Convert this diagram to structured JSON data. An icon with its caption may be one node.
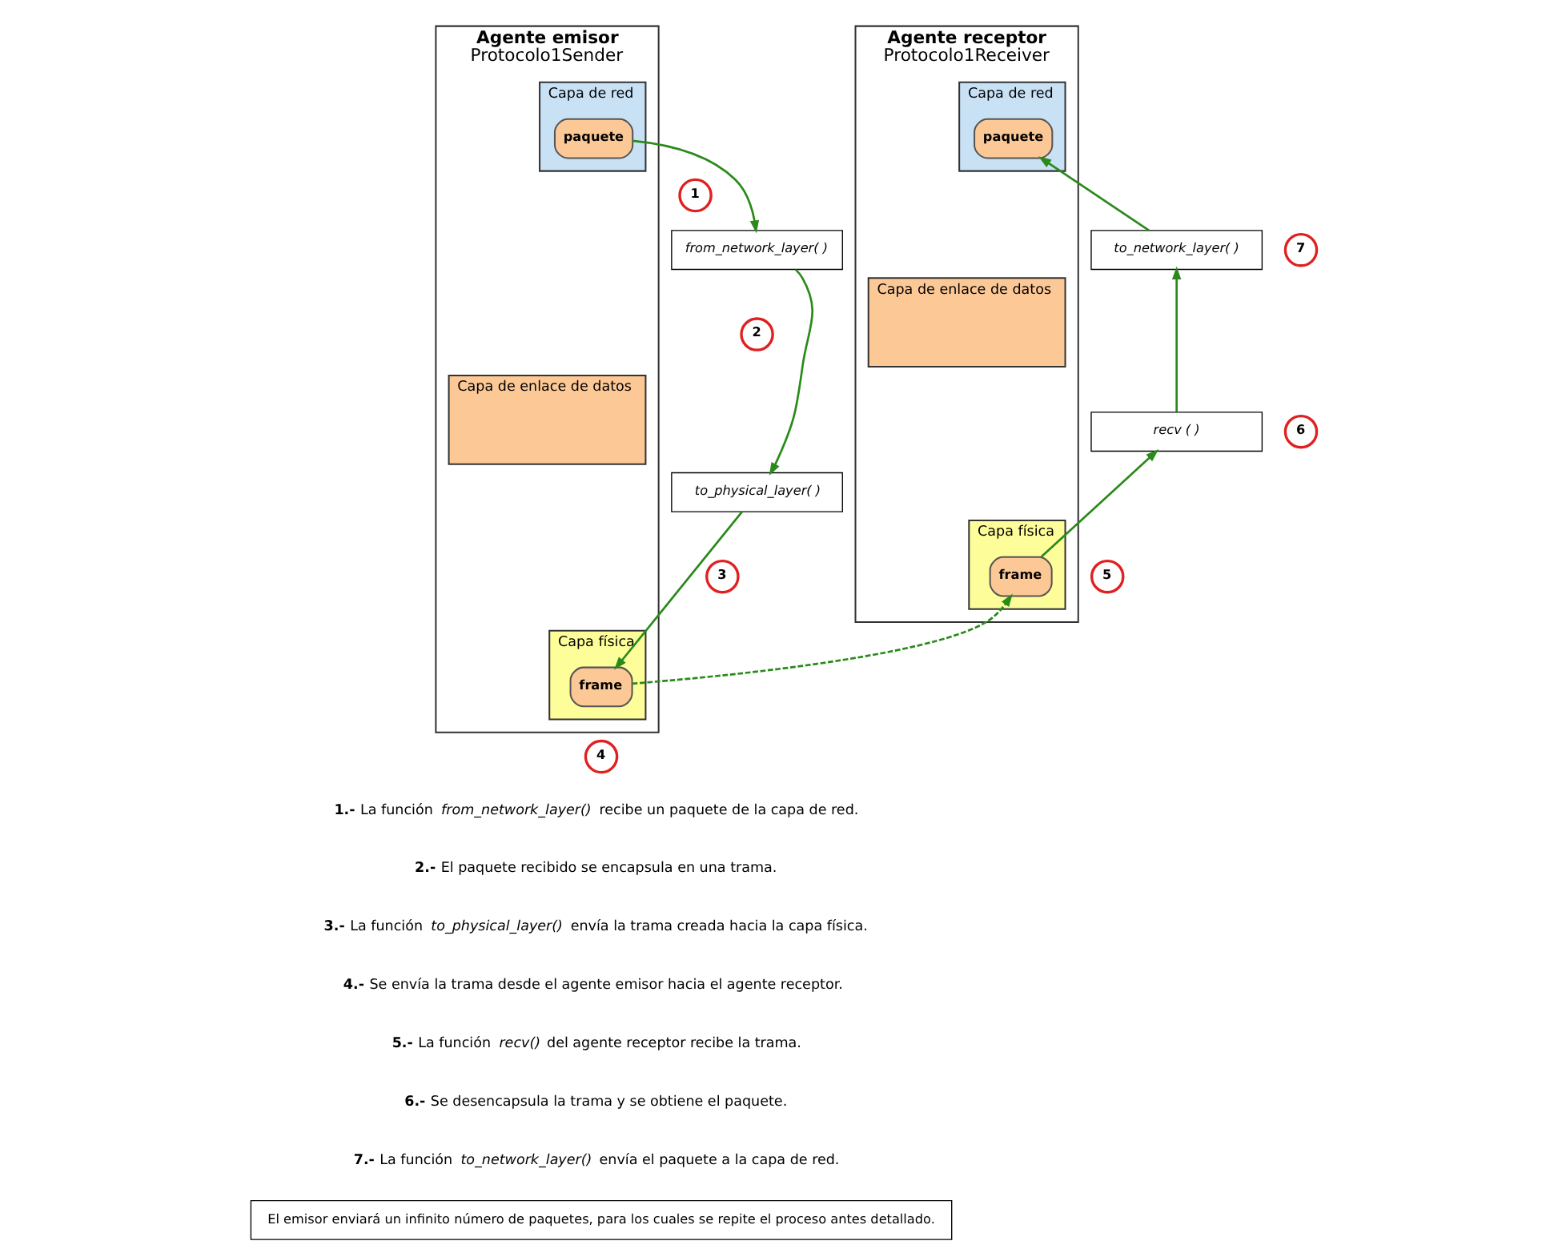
{
  "diagram": {
    "nodes": [
      {
        "text": [
          "Agente emisor",
          "Protocolo1Sender"
        ]
      },
      {
        "text": [
          "Capa de red"
        ],
        "in": 0
      },
      {
        "text": [
          "Capa de enlace de datos"
        ],
        "in": 0
      },
      {
        "text": [
          "Capa física"
        ],
        "in": 0
      },
      {
        "text": [
          "paquete"
        ],
        "in": 1
      },
      {
        "text": [
          "1"
        ]
      },
      {
        "text": [
          "from_network_layer( )"
        ]
      },
      {
        "text": [
          "2"
        ]
      },
      {
        "text": [
          "to_physical_layer( )"
        ]
      },
      {
        "text": [
          "3"
        ]
      },
      {
        "text": [
          "frame"
        ],
        "in": 3
      },
      {
        "text": [
          "Agente receptor",
          "Protocolo1Receiver"
        ]
      },
      {
        "text": [
          "Capa de red"
        ],
        "in": 11
      },
      {
        "text": [
          "Capa de enlace de datos"
        ],
        "in": 11
      },
      {
        "text": [
          "Capa física"
        ],
        "in": 11
      },
      {
        "text": [
          "paquete"
        ],
        "in": 12
      },
      {
        "text": [
          "7"
        ]
      },
      {
        "text": [
          "to_network_layer( )"
        ]
      },
      {
        "text": [
          "6"
        ]
      },
      {
        "text": [
          "recv ( )"
        ]
      },
      {
        "text": [
          "5"
        ]
      },
      {
        "text": [
          "frame"
        ],
        "in": 14
      },
      {
        "text": [
          "4"
        ]
      },
      {
        "text": [
          "El emisor enviará un infinito número de paquetes, para los cuales se repite el proceso antes detallado."
        ]
      }
    ],
    "edges": [
      {
        "from": 4,
        "to": 6,
        "arrow": "to"
      },
      {
        "from": 6,
        "to": 8,
        "arrow": "to"
      },
      {
        "from": 8,
        "to": 10,
        "arrow": "to"
      },
      {
        "from": 10,
        "to": 21,
        "arrow": "to",
        "style": "dashed"
      },
      {
        "from": 21,
        "to": 19,
        "arrow": "to"
      },
      {
        "from": 19,
        "to": 17,
        "arrow": "to"
      },
      {
        "from": 17,
        "to": 15,
        "arrow": "to"
      }
    ],
    "labels": [
      "**1.-** La función *from_network_layer()* recibe un paquete de la capa de red.",
      "**2.-** El paquete recibido se encapsula en una trama.",
      "**3.-** La función *to_physical_layer()* envía la trama creada hacia la capa física.",
      "**4.-** Se envía la trama desde el agente emisor hacia el agente receptor.",
      "**5.-** La función *recv()* del agente receptor recibe la trama.",
      "**6.-** Se desencapsula la trama y se obtiene el paquete.",
      "**7.-** La función *to_network_layer()* envía el paquete a la capa de red."
    ]
  }
}
